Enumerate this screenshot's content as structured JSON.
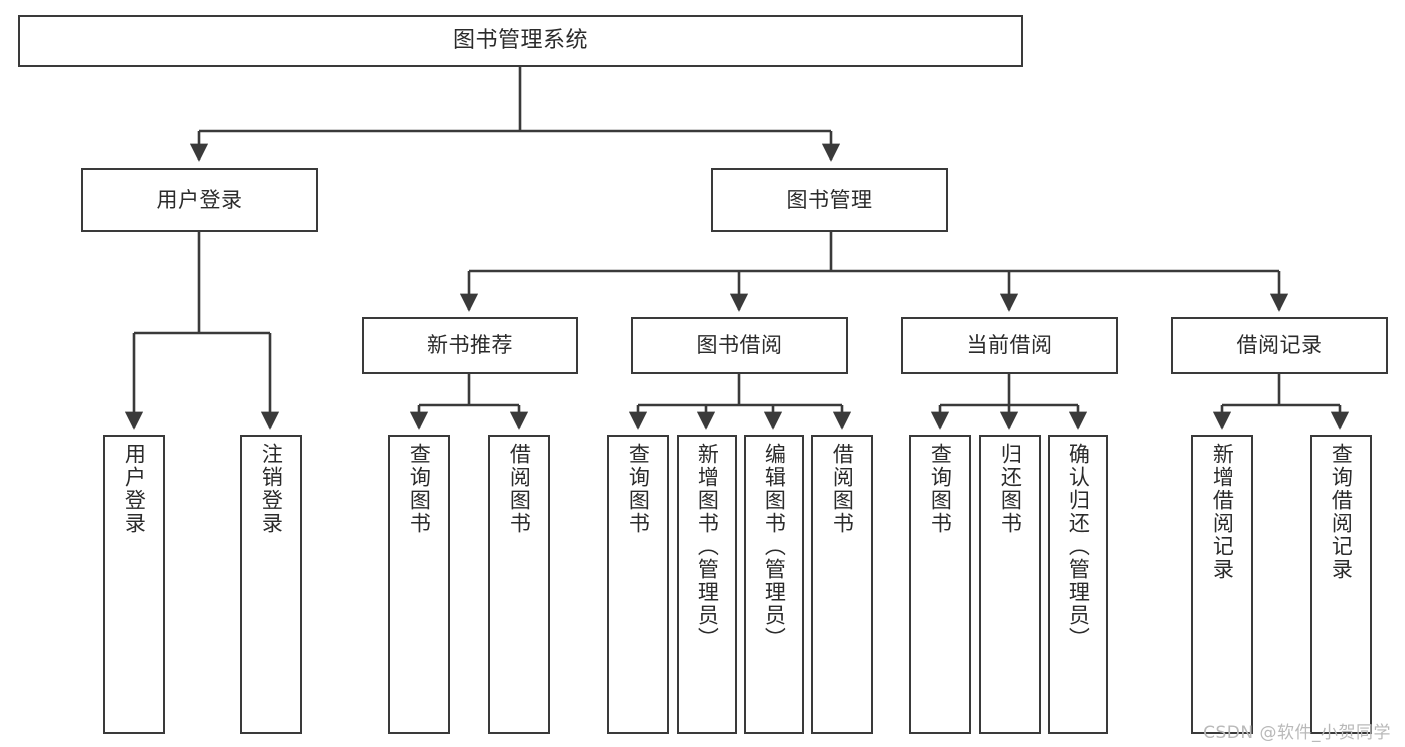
{
  "diagram": {
    "type": "tree-hierarchy",
    "title": "图书管理系统",
    "watermark": "CSDN @软件_小贺同学",
    "colors": {
      "stroke": "#3a3a3a",
      "fill": "#ffffff",
      "text": "#2b2b2b",
      "watermark": "#b9b9b9"
    },
    "nodes": {
      "root": {
        "label": "图书管理系统"
      },
      "level2": [
        {
          "label": "用户登录"
        },
        {
          "label": "图书管理"
        }
      ],
      "level3": [
        {
          "label": "新书推荐"
        },
        {
          "label": "图书借阅"
        },
        {
          "label": "当前借阅"
        },
        {
          "label": "借阅记录"
        }
      ],
      "leaves": {
        "user_login": [
          {
            "label": "用户登录"
          },
          {
            "label": "注销登录"
          }
        ],
        "new_book_recommend": [
          {
            "label": "查询图书"
          },
          {
            "label": "借阅图书"
          }
        ],
        "book_borrow": [
          {
            "label": "查询图书"
          },
          {
            "label": "新增图书（管理员）"
          },
          {
            "label": "编辑图书（管理员）"
          },
          {
            "label": "借阅图书"
          }
        ],
        "current_borrow": [
          {
            "label": "查询图书"
          },
          {
            "label": "归还图书"
          },
          {
            "label": "确认归还（管理员）"
          }
        ],
        "borrow_record": [
          {
            "label": "新增借阅记录"
          },
          {
            "label": "查询借阅记录"
          }
        ]
      }
    }
  }
}
